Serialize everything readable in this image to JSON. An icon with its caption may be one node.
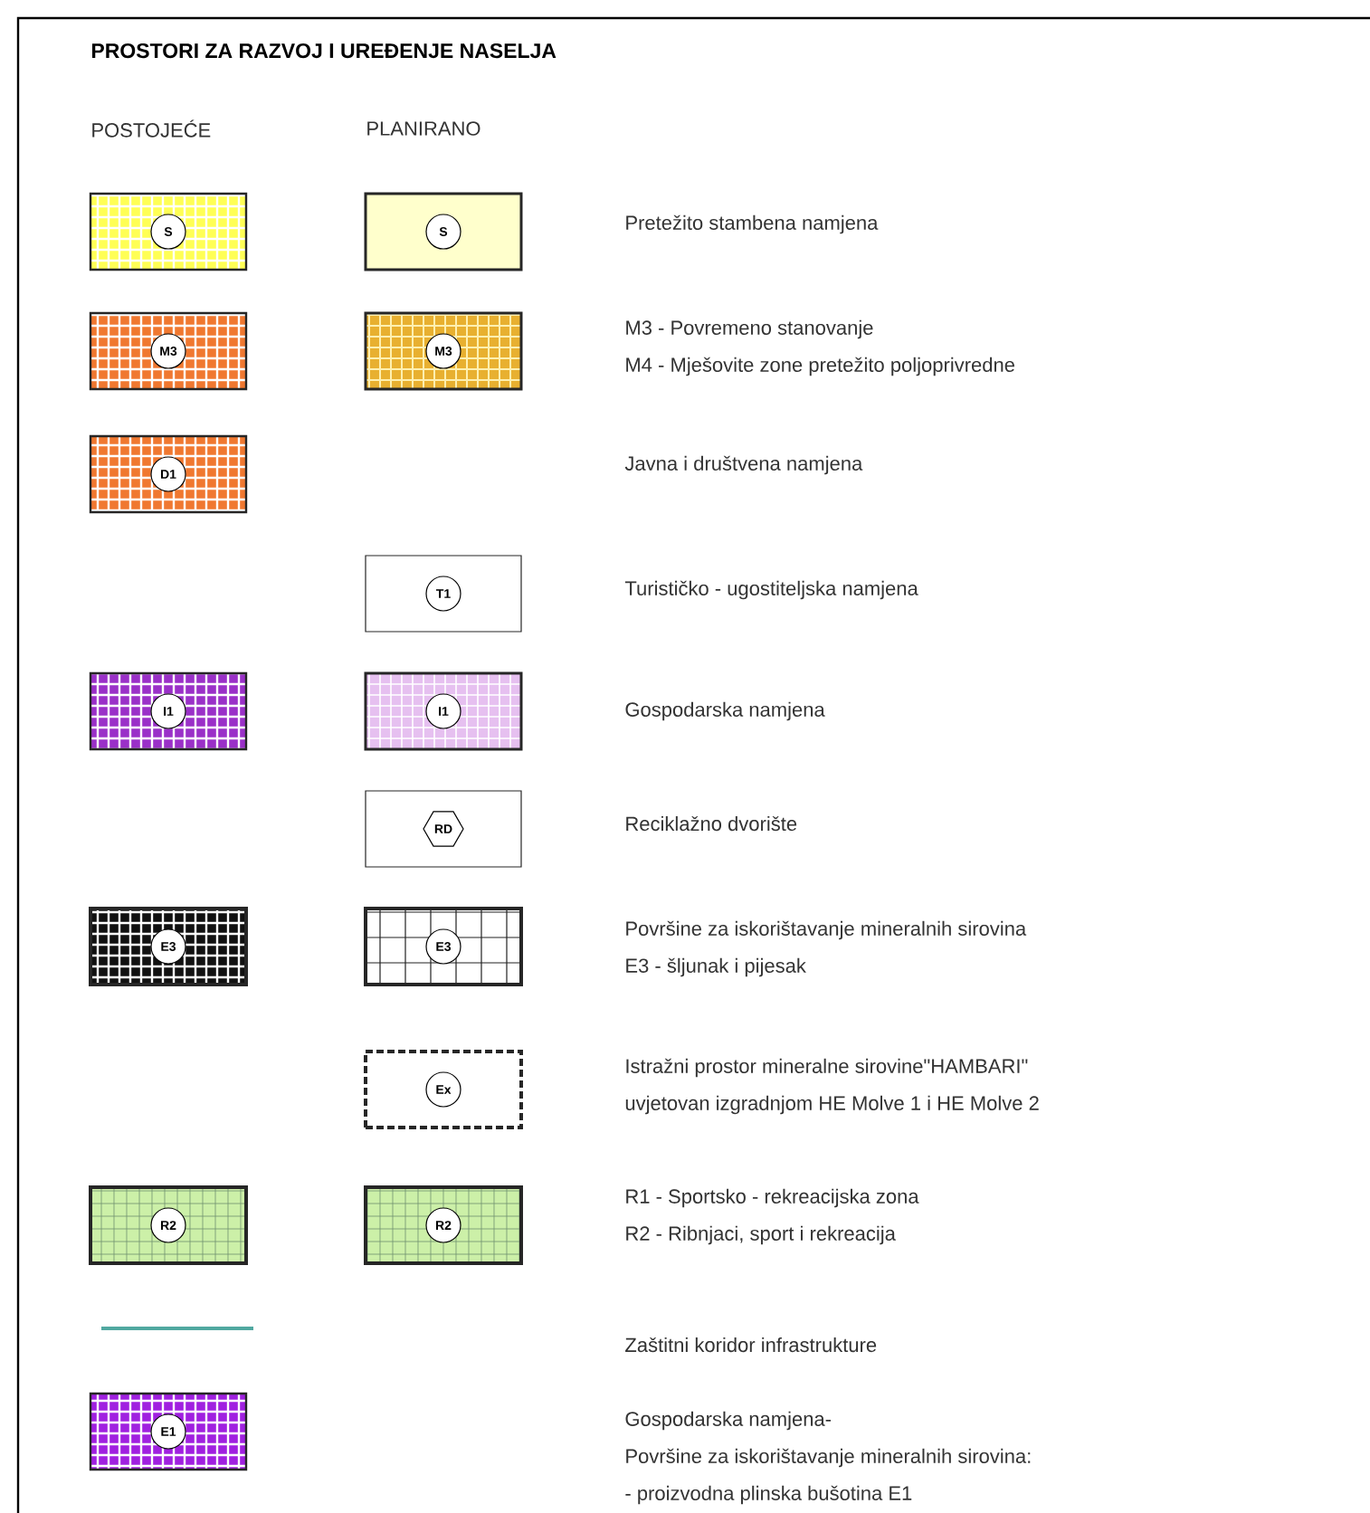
{
  "diagram": {
    "title": "PROSTORI ZA RAZVOJ I UREĐENJE NASELJA",
    "nodes": [
      {
        "text": [
          "S"
        ]
      },
      {
        "text": [
          "S"
        ]
      },
      {
        "text": [
          "M3"
        ]
      },
      {
        "text": [
          "M3"
        ]
      },
      {
        "text": [
          "D1"
        ]
      },
      {
        "text": [
          "T1"
        ]
      },
      {
        "text": [
          "I1"
        ]
      },
      {
        "text": [
          "I1"
        ]
      },
      {
        "text": [
          "RD"
        ]
      },
      {
        "text": [
          "E3"
        ]
      },
      {
        "text": [
          "E3"
        ]
      },
      {
        "text": [
          "Ex"
        ]
      },
      {
        "text": [
          "R2"
        ]
      },
      {
        "text": [
          "R2"
        ]
      },
      {
        "text": [
          "E1"
        ]
      }
    ],
    "labels": [
      "POSTOJEĆE",
      "PLANIRANO"
    ],
    "legend": [
      {
        "text": "Pretežito stambena namjena"
      },
      {
        "text": "M3 - Povremeno stanovanje"
      },
      {
        "text": "M4 - Mješovite zone pretežito poljoprivredne"
      },
      {
        "text": "Javna i društvena namjena"
      },
      {
        "text": "Turističko - ugostiteljska namjena"
      },
      {
        "text": "Gospodarska namjena"
      },
      {
        "text": "Reciklažno dvorište"
      },
      {
        "text": "Površine za iskorištavanje mineralnih sirovina"
      },
      {
        "text": "E3 - šljunak i pijesak"
      },
      {
        "text": "Istražni prostor mineralne sirovine\"HAMBARI\""
      },
      {
        "text": "uvjetovan izgradnjom HE Molve 1 i HE Molve 2"
      },
      {
        "text": "R1 - Sportsko - rekreacijska zona"
      },
      {
        "text": "R2 - Ribnjaci, sport i rekreacija"
      },
      {
        "text": "Zaštitni koridor infrastrukture"
      },
      {
        "text": "Gospodarska namjena-"
      },
      {
        "text": "Površine za iskorištavanje mineralnih sirovina:"
      },
      {
        "text": "- proizvodna plinska bušotina E1"
      }
    ]
  }
}
